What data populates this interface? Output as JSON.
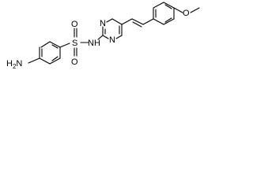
{
  "molecule": {
    "labels": {
      "amine": "H2N",
      "amine_h": "H",
      "amine_sub": "2",
      "amine_n": "N",
      "sulfur": "S",
      "oxygen_top": "O",
      "oxygen_bottom": "O",
      "sulfonamide_nh": "NH",
      "ring_n_upper": "N",
      "ring_n_lower": "N",
      "methoxy_o": "O"
    }
  }
}
